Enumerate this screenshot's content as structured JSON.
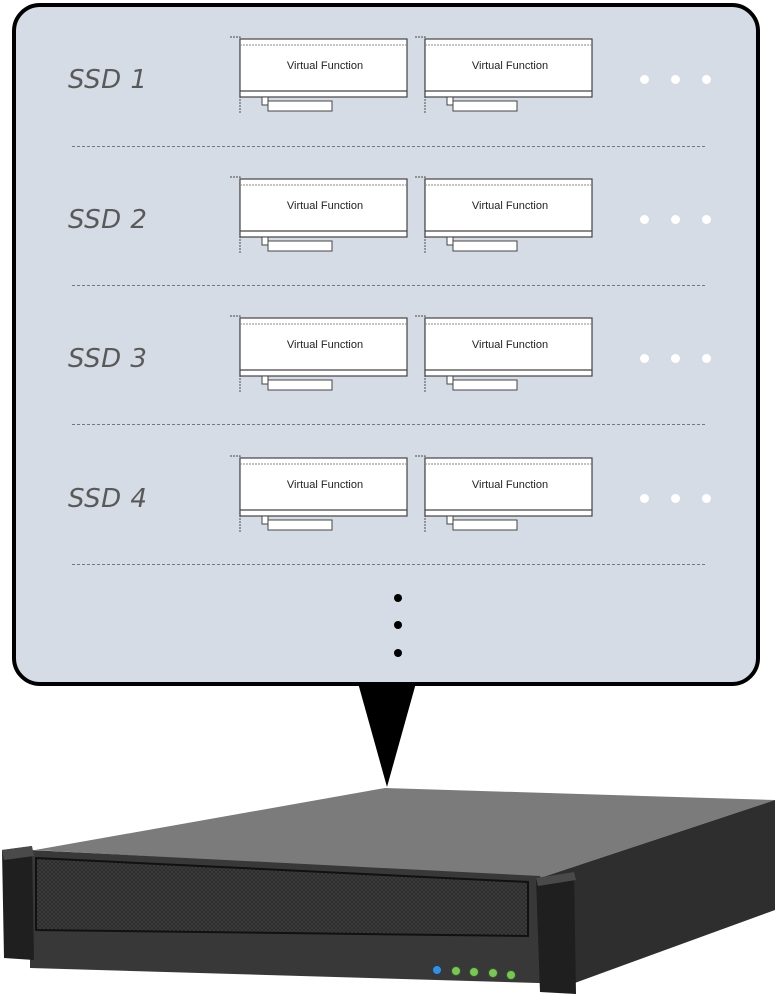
{
  "diagram": {
    "ssds": [
      {
        "label": "SSD 1",
        "functions": [
          "Virtual Function",
          "Virtual Function"
        ]
      },
      {
        "label": "SSD 2",
        "functions": [
          "Virtual Function",
          "Virtual Function"
        ]
      },
      {
        "label": "SSD 3",
        "functions": [
          "Virtual Function",
          "Virtual Function"
        ]
      },
      {
        "label": "SSD 4",
        "functions": [
          "Virtual Function",
          "Virtual Function"
        ]
      }
    ]
  },
  "colors": {
    "bubble_fill": "#d6dce5",
    "server_body": "#3a3a3a",
    "server_top": "#7a7a7a",
    "led_blue": "#3a8fd8",
    "led_green": "#7cc35a"
  }
}
